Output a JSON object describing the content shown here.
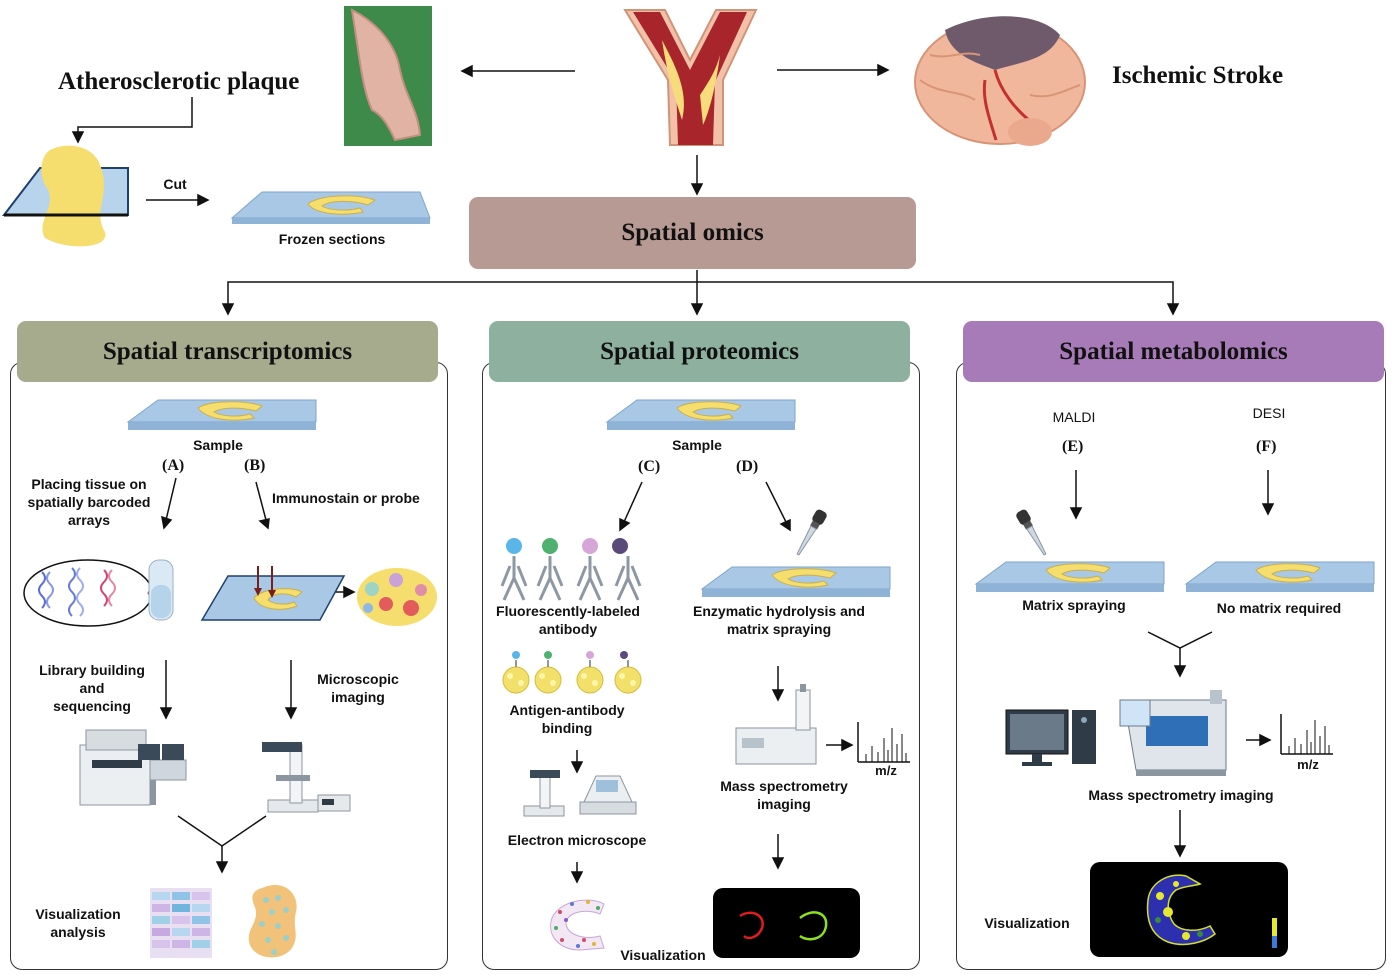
{
  "top": {
    "plaque_title": "Atherosclerotic plaque",
    "stroke_title": "Ischemic Stroke",
    "cut_label": "Cut",
    "frozen_label": "Frozen sections",
    "spatial_omics": "Spatial omics"
  },
  "transcriptomics": {
    "title": "Spatial transcriptomics",
    "sample": "Sample",
    "a": "(A)",
    "b": "(B)",
    "placing_1": "Placing tissue on",
    "placing_2": "spatially barcoded",
    "placing_3": "arrays",
    "immuno": "Immunostain or probe",
    "library_1": "Library building",
    "library_2": "and",
    "library_3": "sequencing",
    "micro_1": "Microscopic",
    "micro_2": "imaging",
    "vis_1": "Visualization",
    "vis_2": "analysis"
  },
  "proteomics": {
    "title": "Spatial proteomics",
    "sample": "Sample",
    "c": "(C)",
    "d": "(D)",
    "fluor_1": "Fluorescently-labeled",
    "fluor_2": "antibody",
    "antigen_1": "Antigen-antibody",
    "antigen_2": "binding",
    "electron": "Electron microscope",
    "enzymatic_1": "Enzymatic hydrolysis and",
    "enzymatic_2": "matrix spraying",
    "ms_1": "Mass spectrometry",
    "ms_2": "imaging",
    "mz": "m/z",
    "vis": "Visualization"
  },
  "metabolomics": {
    "title": "Spatial metabolomics",
    "maldi": "MALDI",
    "desi": "DESI",
    "e": "(E)",
    "f": "(F)",
    "matrix_spraying": "Matrix spraying",
    "no_matrix": "No matrix required",
    "ms": "Mass spectrometry imaging",
    "mz": "m/z",
    "vis": "Visualization"
  },
  "colors": {
    "omics_header": "#b89a94",
    "transcriptomics_header": "#a6ab8e",
    "proteomics_header": "#8db09f",
    "metabolomics_header": "#a77bb8",
    "slide": "#a9c8e6",
    "tissue": "#f5dd6e"
  }
}
